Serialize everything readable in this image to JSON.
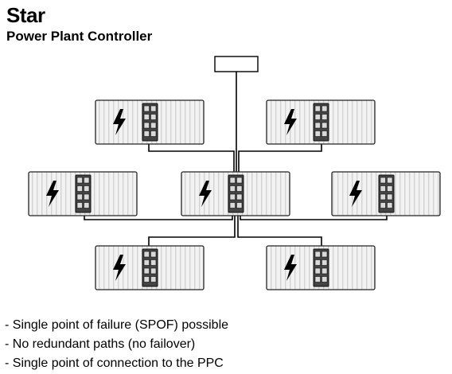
{
  "header": {
    "title": "Star",
    "subtitle": "Power Plant Controller"
  },
  "diagram": {
    "topology": "star",
    "controller": {
      "label": ""
    },
    "inverters": [
      {
        "id": "inv-top-left",
        "icon": "lightning-bolt-icon",
        "ports": 8
      },
      {
        "id": "inv-top-right",
        "icon": "lightning-bolt-icon",
        "ports": 8
      },
      {
        "id": "inv-mid-left",
        "icon": "lightning-bolt-icon",
        "ports": 8
      },
      {
        "id": "inv-center-hub",
        "icon": "lightning-bolt-icon",
        "ports": 8
      },
      {
        "id": "inv-mid-right",
        "icon": "lightning-bolt-icon",
        "ports": 8
      },
      {
        "id": "inv-bottom-left",
        "icon": "lightning-bolt-icon",
        "ports": 8
      },
      {
        "id": "inv-bottom-right",
        "icon": "lightning-bolt-icon",
        "ports": 8
      }
    ],
    "colors": {
      "device_fill": "#eeeeee",
      "device_stripe": "#d6d6d6",
      "switch_fill": "#444444",
      "line": "#000000"
    }
  },
  "notes": [
    "- Single point of failure (SPOF) possible",
    "- No redundant paths (no failover)",
    "- Single point of connection to the PPC"
  ]
}
